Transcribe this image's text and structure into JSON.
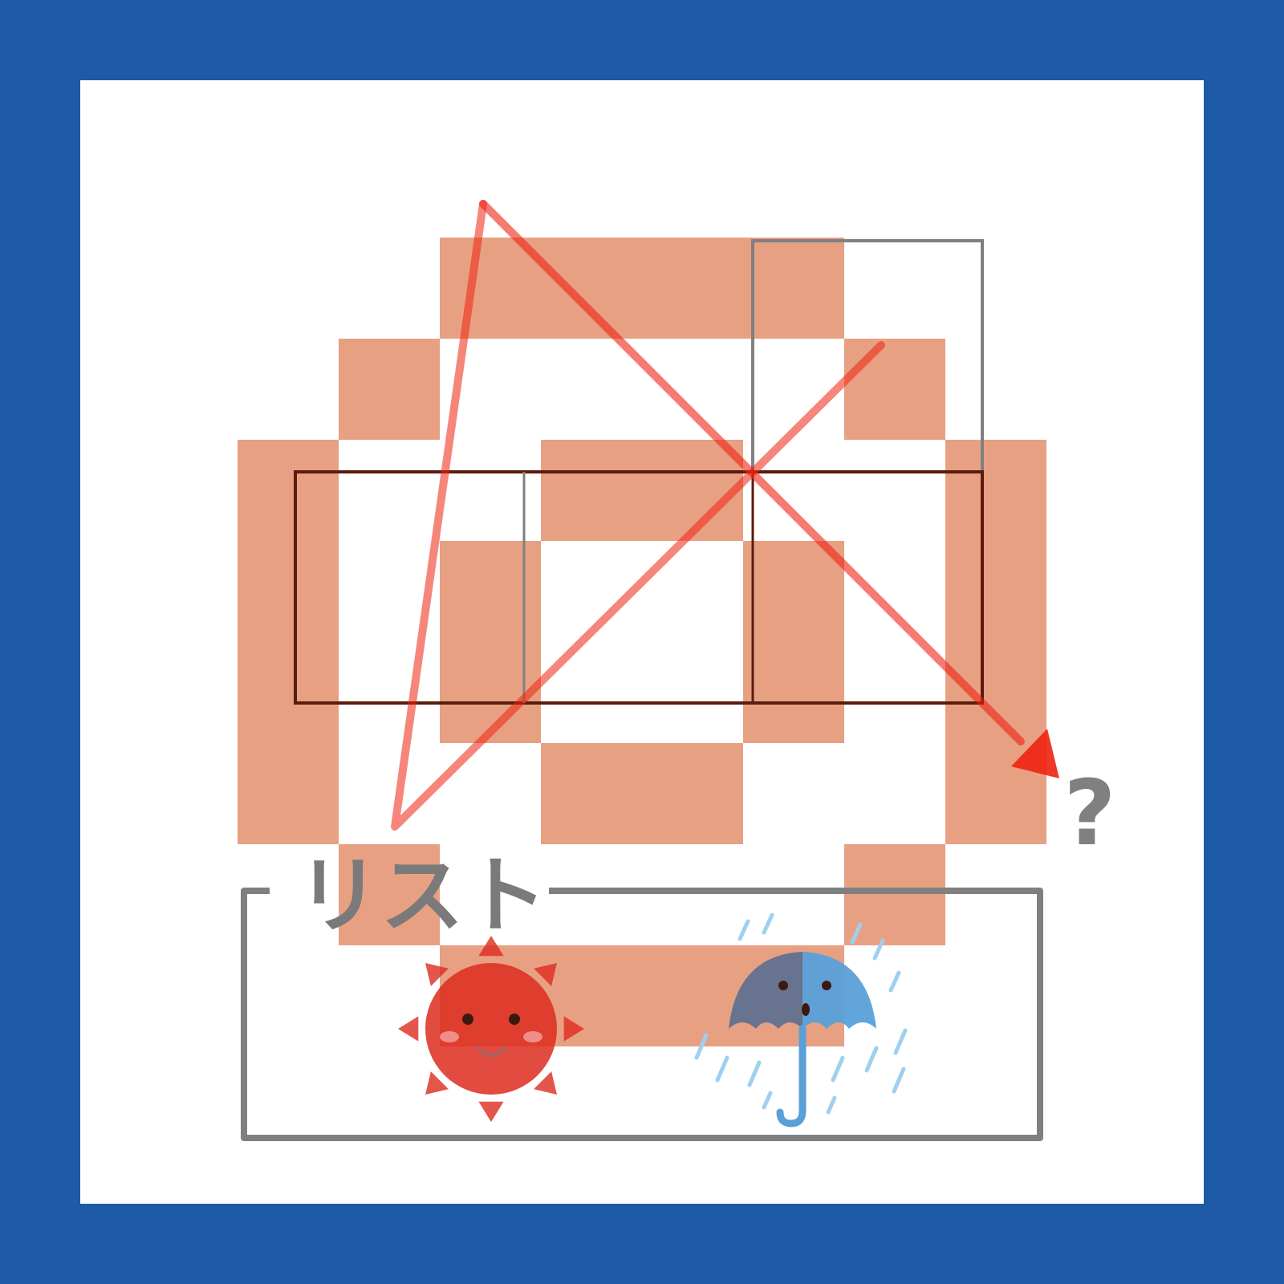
{
  "diagram": {
    "question_mark": "?",
    "list_title": "リスト",
    "list_items": [
      {
        "icon": "sun-icon",
        "meaning": "sunny"
      },
      {
        "icon": "umbrella-rain-icon",
        "meaning": "rainy"
      }
    ]
  },
  "colors": {
    "border": "#1f5aa6",
    "background": "#ffffff",
    "pixel": "#e8a083",
    "grid_line": "#808080",
    "arrow": "#ee2211",
    "sun": "#dd2b1f",
    "umbrella": "#5aa0d8",
    "rain": "#9fd0ef"
  },
  "pixel_grid": {
    "rows": 8,
    "cols": 8,
    "cells": [
      [
        0,
        0,
        1,
        1,
        1,
        1,
        0,
        0
      ],
      [
        0,
        1,
        0,
        0,
        0,
        0,
        1,
        0
      ],
      [
        1,
        0,
        0,
        1,
        1,
        0,
        0,
        1
      ],
      [
        1,
        0,
        1,
        0,
        0,
        1,
        0,
        1
      ],
      [
        1,
        0,
        1,
        0,
        0,
        1,
        0,
        1
      ],
      [
        1,
        0,
        0,
        1,
        1,
        0,
        0,
        1
      ],
      [
        0,
        1,
        0,
        0,
        0,
        0,
        1,
        0
      ],
      [
        0,
        0,
        1,
        1,
        1,
        1,
        0,
        0
      ]
    ]
  }
}
